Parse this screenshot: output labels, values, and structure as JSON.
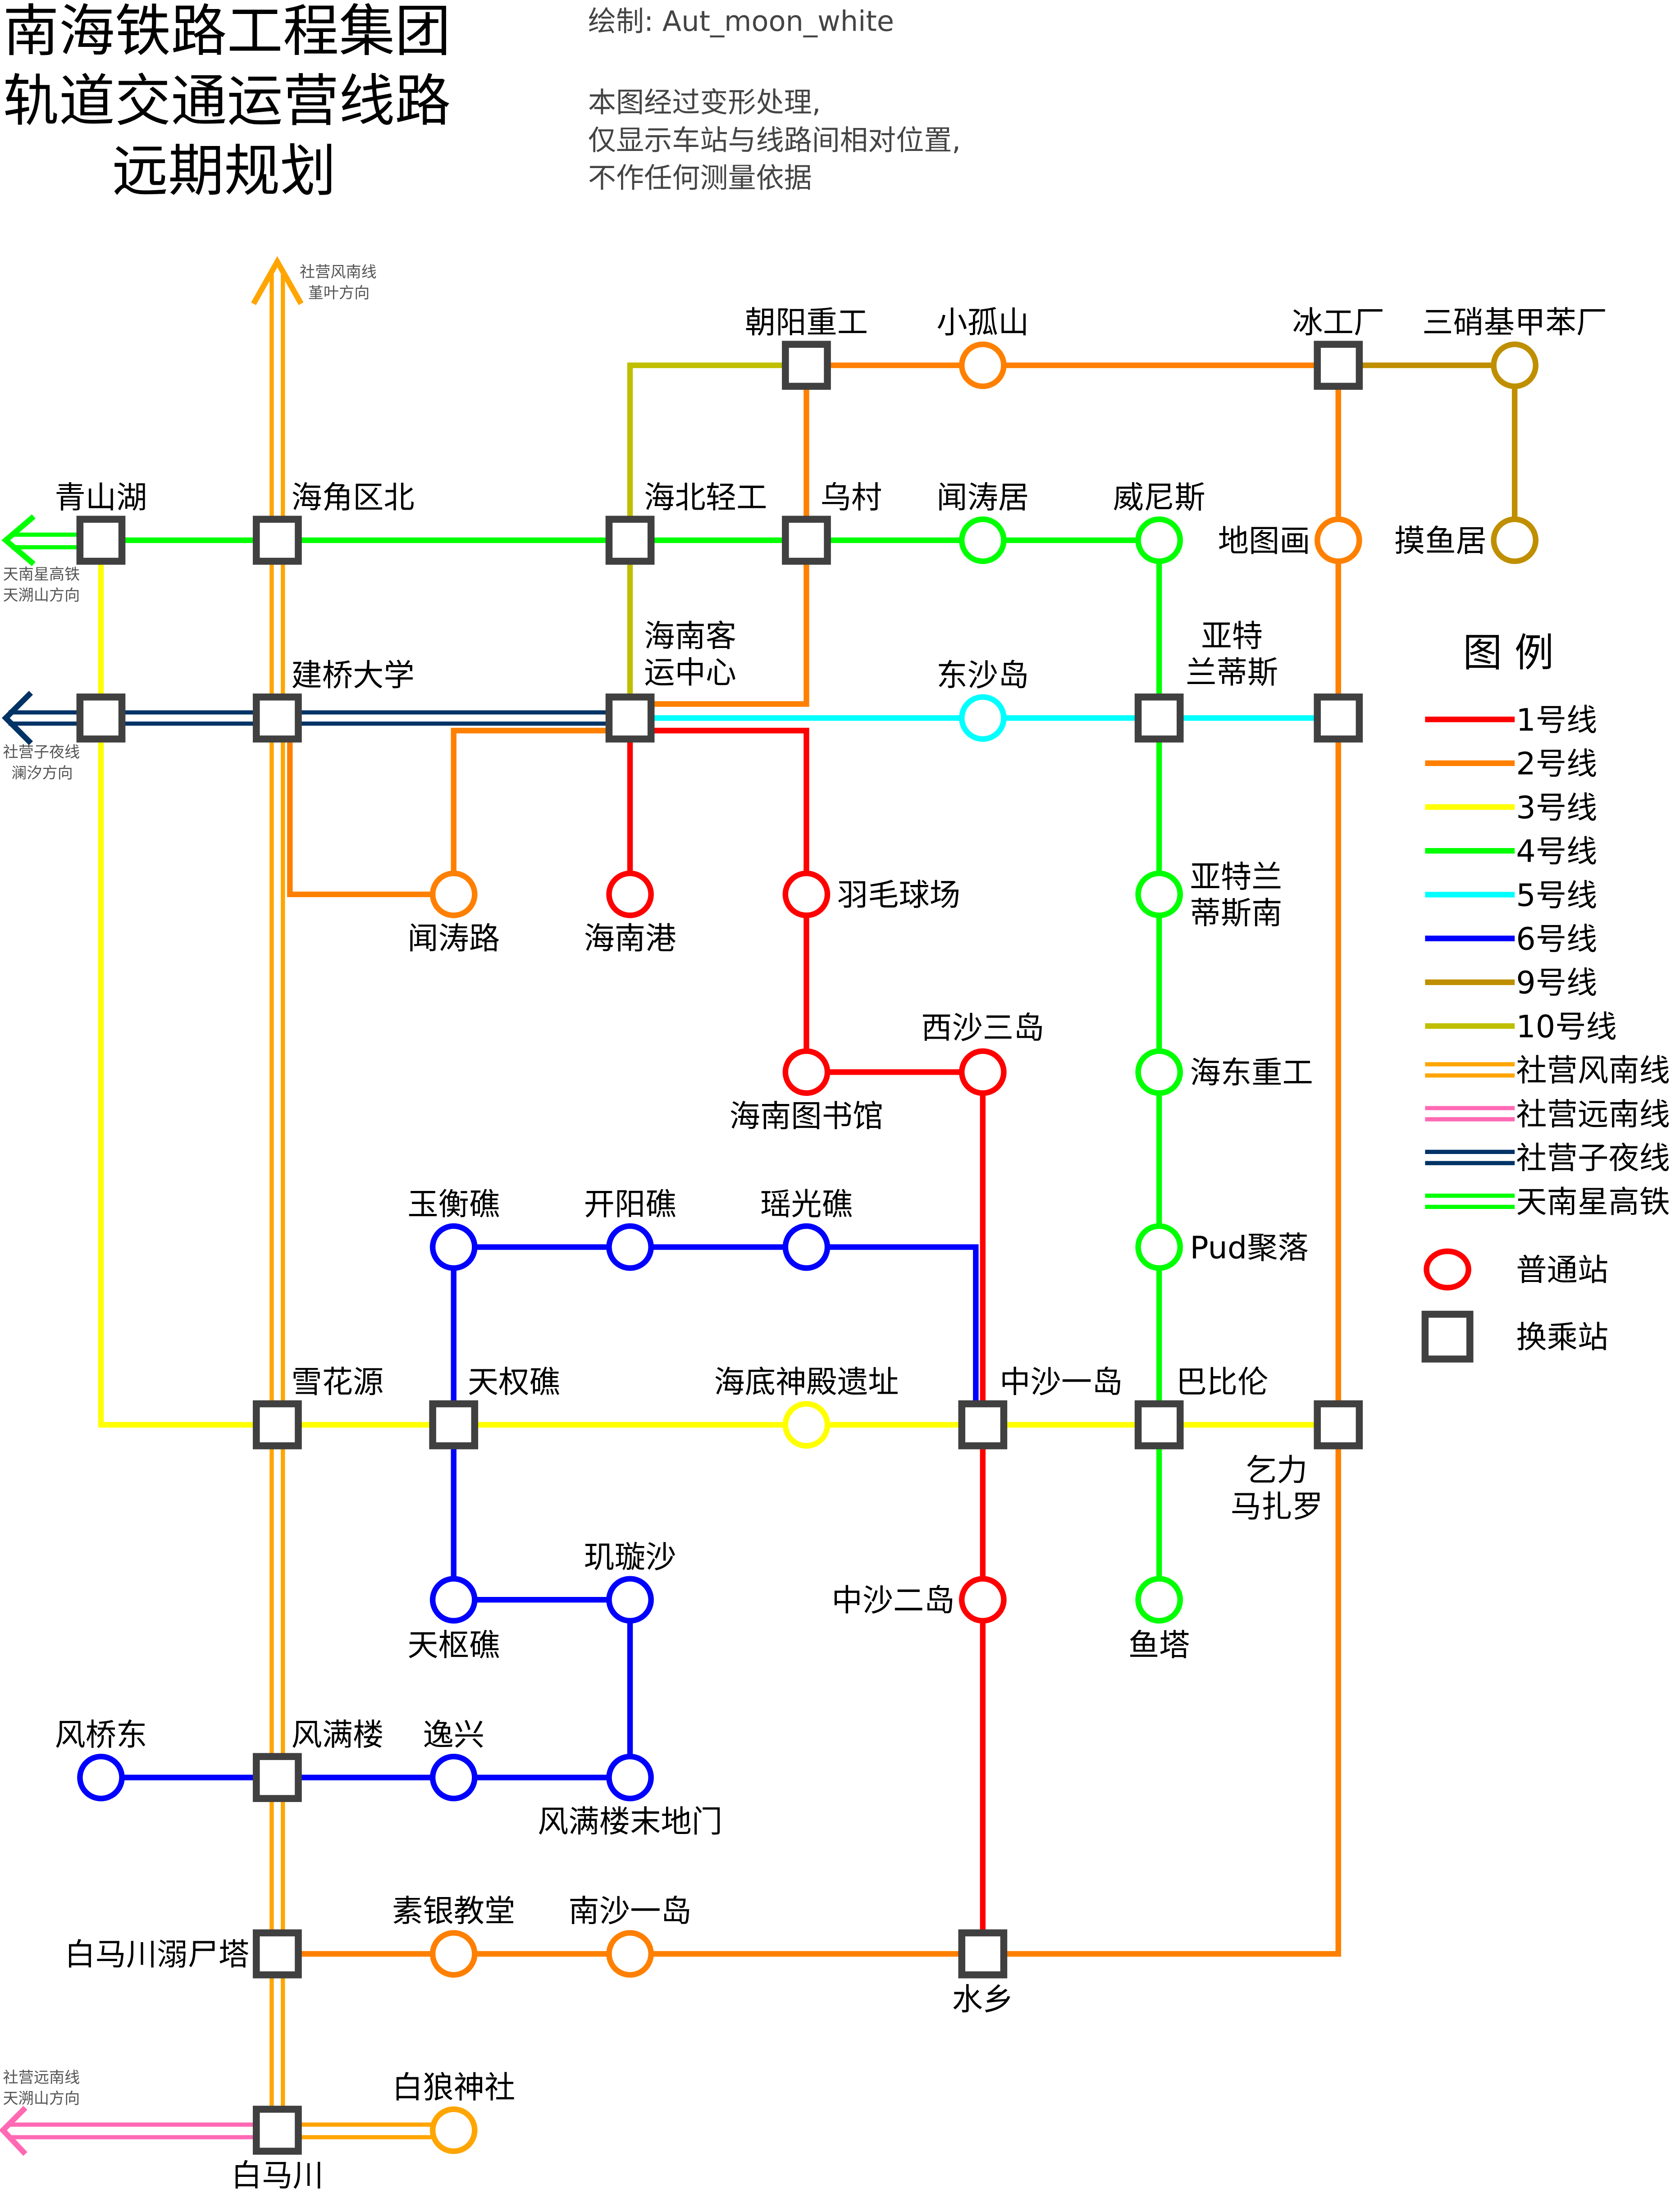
{
  "header": {
    "title_lines": [
      "南海铁路工程集团",
      "轨道交通运营线路",
      "远期规划"
    ],
    "credit": "绘制:  Aut_moon_white",
    "notes": [
      "本图经过变形处理,",
      "仅显示车站与线路间相对位置,",
      "不作任何测量依据"
    ]
  },
  "direction_labels": {
    "fengnan": [
      "社营风南线",
      "堇叶方向"
    ],
    "tiannanxing": [
      "天南星高铁",
      "天溯山方向"
    ],
    "ziye": [
      "社营子夜线",
      "澜汐方向"
    ],
    "yuannan": [
      "社营远南线",
      "天溯山方向"
    ]
  },
  "lines": [
    {
      "id": "l1",
      "name": "1号线",
      "color": "#ff0000",
      "double": false
    },
    {
      "id": "l2",
      "name": "2号线",
      "color": "#ff8000",
      "double": false
    },
    {
      "id": "l3",
      "name": "3号线",
      "color": "#ffff00",
      "double": false
    },
    {
      "id": "l4",
      "name": "4号线",
      "color": "#00ff00",
      "double": false
    },
    {
      "id": "l5",
      "name": "5号线",
      "color": "#00ffff",
      "double": false
    },
    {
      "id": "l6",
      "name": "6号线",
      "color": "#0000ff",
      "double": false
    },
    {
      "id": "l9",
      "name": "9号线",
      "color": "#bf8f00",
      "double": false
    },
    {
      "id": "l10",
      "name": "10号线",
      "color": "#bfbf00",
      "double": false
    },
    {
      "id": "fengnan",
      "name": "社营风南线",
      "color": "#ffa500",
      "double": true
    },
    {
      "id": "yuannan",
      "name": "社营远南线",
      "color": "#ff69b4",
      "double": true
    },
    {
      "id": "ziye",
      "name": "社营子夜线",
      "color": "#003366",
      "double": true
    },
    {
      "id": "tiannanxing",
      "name": "天南星高铁",
      "color": "#00ff00",
      "double": true
    }
  ],
  "legend": {
    "title": "图  例",
    "regular_station": "普通站",
    "transfer_station": "换乘站"
  },
  "stations": {
    "qingshanhu": "青山湖",
    "haijiaoqubei": "海角区北",
    "haibeiqinggong": "海北轻工",
    "wucun": "乌村",
    "wentaoju": "闻涛居",
    "weinisi": "威尼斯",
    "chaoyangzhonggong": "朝阳重工",
    "xiaogushan": "小孤山",
    "binggongchang": "冰工厂",
    "sanxiao": "三硝基甲苯厂",
    "ditouhua": "地图画",
    "moyuju": "摸鱼居",
    "jianqiao": "建桥大学",
    "hainankeyun": "海南客\n运中心",
    "dongshadao": "东沙岛",
    "yatelandisi": "亚特\n兰蒂斯",
    "wentaolu": "闻涛路",
    "hainangang": "海南港",
    "yumaoqiuchang": "羽毛球场",
    "yatenan": "亚特兰\n蒂斯南",
    "hainantushuguan": "海南图书馆",
    "xishasandao": "西沙三岛",
    "haidongzhonggong": "海东重工",
    "yuhengjiao": "玉衡礁",
    "kaiyangjiao": "开阳礁",
    "yaoguangjiao": "瑶光礁",
    "pud": "Pud聚落",
    "xuehuayuan": "雪花源",
    "tianquanjiao": "天权礁",
    "haidishendian": "海底神殿遗址",
    "zhongshayidao": "中沙一岛",
    "babilun": "巴比伦",
    "qilimazhaluo": "乞力\n马扎罗",
    "tianshujiao": "天枢礁",
    "jixuansha": "玑璇沙",
    "zhongshaerdao": "中沙二岛",
    "yuta": "鱼塔",
    "fengqiaodong": "风桥东",
    "fengmanlou": "风满楼",
    "yixing": "逸兴",
    "fengmanloumo": "风满楼末地门",
    "baimachuan_nishita": "白马川溺尸塔",
    "suyinjiaotang": "素银教堂",
    "nanshayidao": "南沙一岛",
    "shuixiang": "水乡",
    "bailangshenshe": "白狼神社",
    "baimachuan": "白马川"
  }
}
